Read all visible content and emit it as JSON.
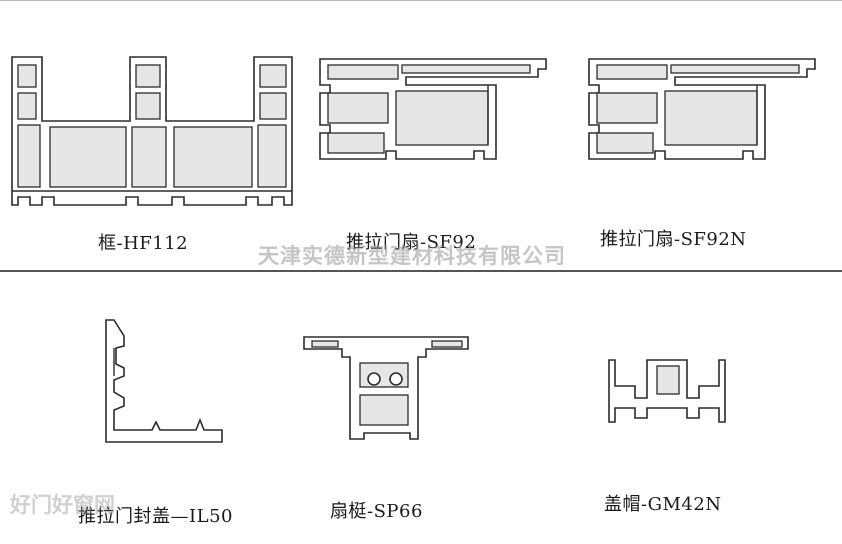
{
  "profiles": [
    {
      "id": "frame",
      "label": "框-HF112"
    },
    {
      "id": "sash",
      "label": "推拉门扇-SF92"
    },
    {
      "id": "sash-n",
      "label": "推拉门扇-SF92N"
    },
    {
      "id": "cover",
      "label": "推拉门封盖—IL50"
    },
    {
      "id": "stile",
      "label": "扇梃-SP66"
    },
    {
      "id": "cap",
      "label": "盖帽-GM42N"
    }
  ],
  "watermarks": {
    "company": "天津实德新型建材科技有限公司",
    "site": "好门好窗网"
  }
}
